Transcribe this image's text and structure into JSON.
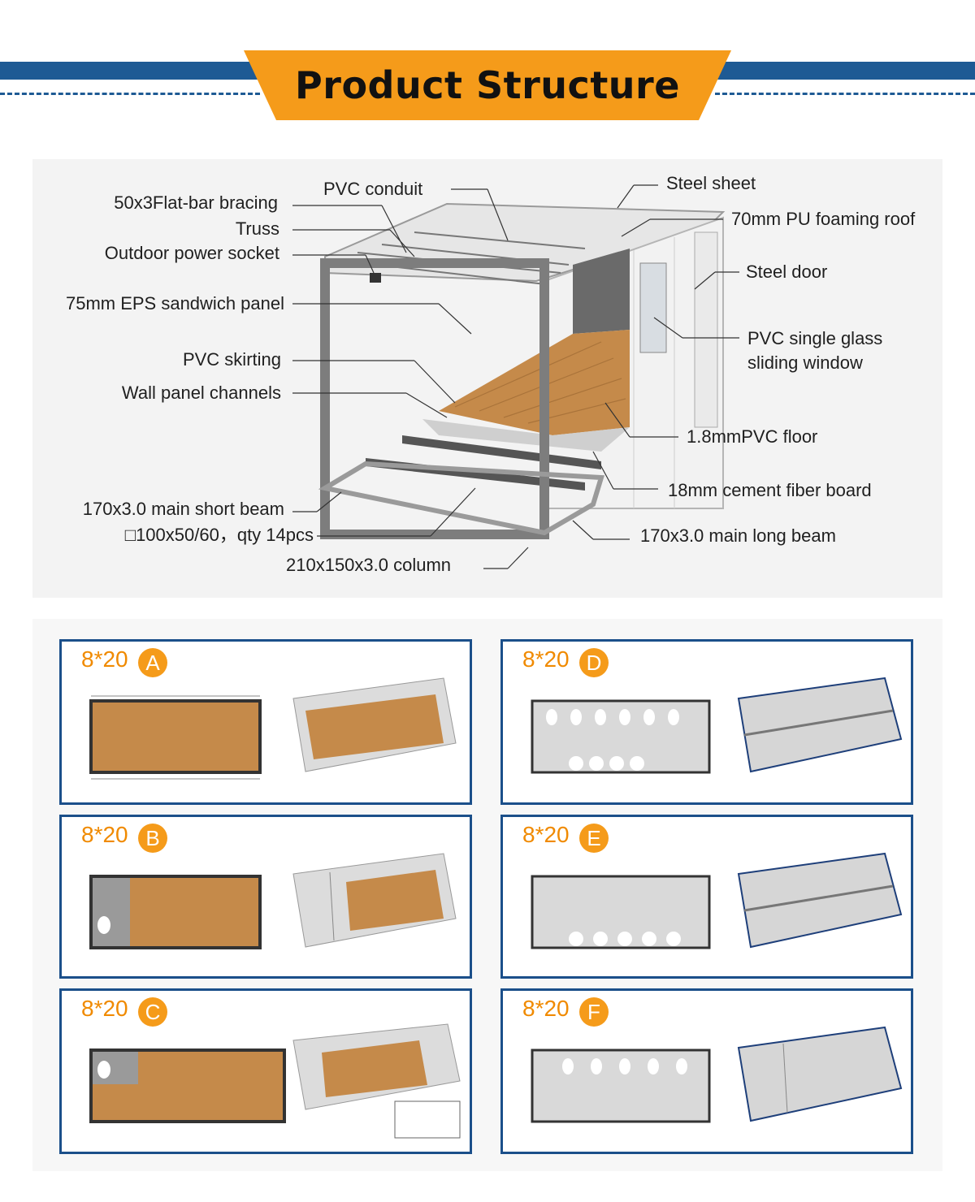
{
  "header": {
    "title": "Product Structure"
  },
  "colors": {
    "brand_blue": "#1e5a94",
    "accent_orange": "#f59b1a",
    "floor_wood": "#c58a4a"
  },
  "diagram_labels": {
    "left": [
      "50x3Flat-bar bracing",
      "Truss",
      "Outdoor power socket",
      "75mm EPS sandwich panel",
      "PVC skirting",
      "Wall panel channels",
      "170x3.0 main short beam",
      "□100x50/60，qty 14pcs"
    ],
    "top": "PVC conduit",
    "right": [
      "Steel sheet",
      "70mm PU foaming roof",
      "Steel door",
      "PVC single glass",
      "sliding window",
      "1.8mmPVC floor",
      "18mm cement fiber board",
      "170x3.0 main long beam"
    ],
    "bottom": "210x150x3.0 column"
  },
  "layouts": [
    {
      "size": "8*20",
      "letter": "A"
    },
    {
      "size": "8*20",
      "letter": "B"
    },
    {
      "size": "8*20",
      "letter": "C"
    },
    {
      "size": "8*20",
      "letter": "D"
    },
    {
      "size": "8*20",
      "letter": "E"
    },
    {
      "size": "8*20",
      "letter": "F"
    }
  ]
}
